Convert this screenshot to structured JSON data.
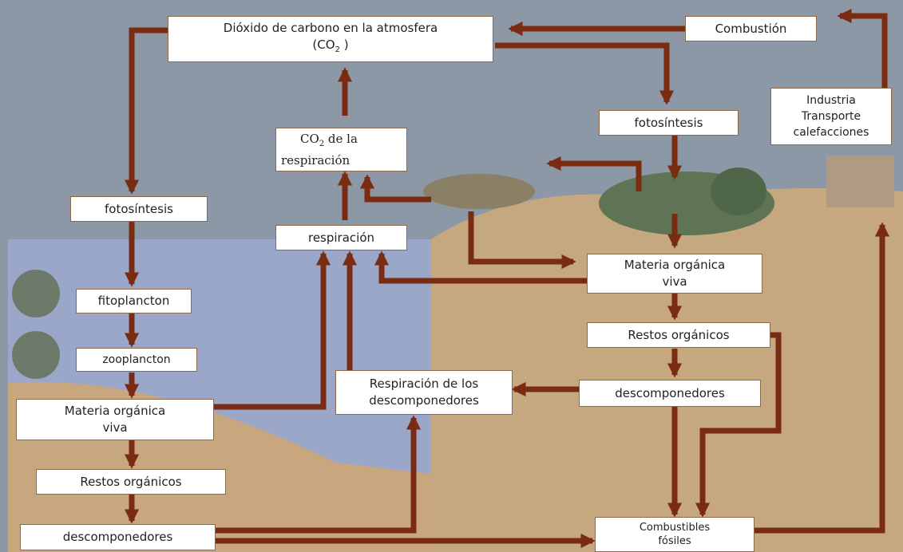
{
  "colors": {
    "arrow": "#7a2c12",
    "ocean": "#9aa7c8",
    "ground": "#c6a880",
    "sky": "#8d98a6"
  },
  "nodes": {
    "co2_atm_line1": "Dióxido de carbono en la atmosfera",
    "co2_atm_open": "(CO",
    "co2_atm_sub": "2",
    "co2_atm_close": " )",
    "combustion": "Combustión",
    "industria_line1": "Industria",
    "industria_line2": "Transporte",
    "industria_line3": "calefacciones",
    "co2_resp_co": "CO",
    "co2_resp_sub": "2",
    "co2_resp_rest": " de la",
    "co2_resp_line2": "respiración",
    "fotosintesis_land": "fotosíntesis",
    "fotosintesis_sea": "fotosíntesis",
    "respiracion": "respiración",
    "materia_viva_land_line1": "Materia orgánica",
    "materia_viva_land_line2": "viva",
    "fitoplancton": "fitoplancton",
    "zooplancton": "zooplancton",
    "materia_viva_sea_line1": "Materia orgánica",
    "materia_viva_sea_line2": "viva",
    "restos_land": "Restos orgánicos",
    "restos_sea": "Restos orgánicos",
    "resp_descomp_line1": "Respiración de los",
    "resp_descomp_line2": "descomponedores",
    "descomp_land": "descomponedores",
    "descomp_sea": "descomponedores",
    "combustibles_line1": "Combustibles",
    "combustibles_line2": "fósiles"
  }
}
